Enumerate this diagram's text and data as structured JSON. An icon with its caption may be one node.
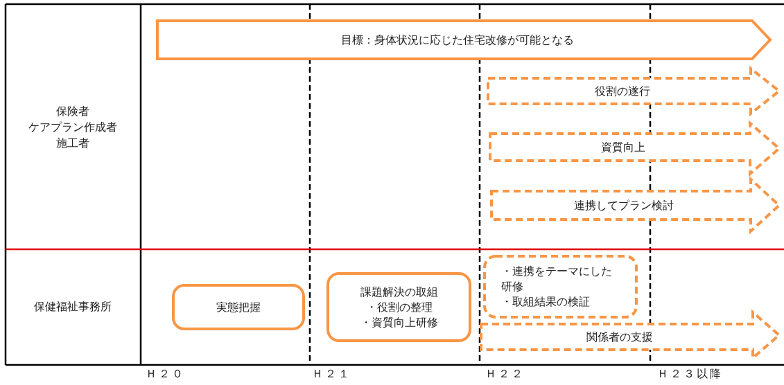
{
  "diagram": {
    "nodes": [
      {
        "text": [
          "目標：身体状況に応じた住宅改修が可能となる"
        ]
      },
      {
        "text": [
          "役割の遂行"
        ]
      },
      {
        "text": [
          "資質向上"
        ]
      },
      {
        "text": [
          "連携してプラン検討"
        ]
      },
      {
        "text": [
          "実態把握"
        ]
      },
      {
        "text": [
          "課題解決の取組",
          "・役割の整理",
          "・資質向上研修"
        ]
      },
      {
        "text": [
          "・連携をテーマにした研修",
          "・取組結果の検証"
        ]
      },
      {
        "text": [
          "関係者の支援"
        ]
      }
    ],
    "edges": [],
    "labels": [
      "保険者",
      "ケアプラン作成者",
      "施工者",
      "保健福祉事務所",
      "Ｈ２０",
      "Ｈ２１",
      "Ｈ２２",
      "Ｈ２３以降"
    ]
  }
}
